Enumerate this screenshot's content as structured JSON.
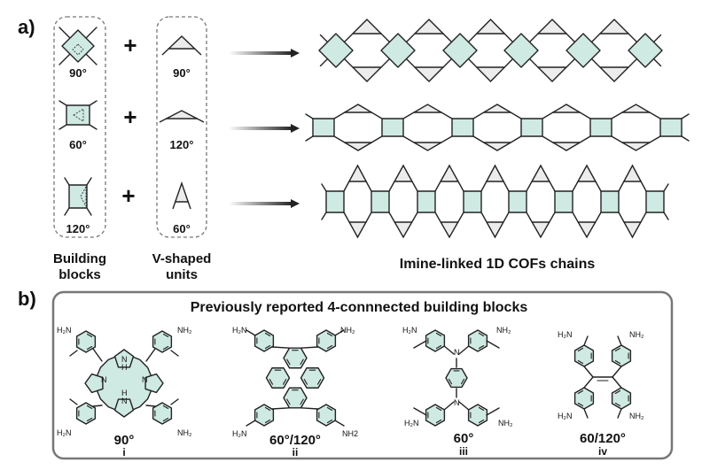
{
  "panel_a": {
    "label": "a)",
    "building_blocks": {
      "angles": [
        "90°",
        "60°",
        "120°"
      ],
      "caption_line1": "Building",
      "caption_line2": "blocks"
    },
    "plus_signs": [
      "+",
      "+",
      "+"
    ],
    "v_units": {
      "angles": [
        "90°",
        "120°",
        "60°"
      ],
      "caption_line1": "V-shaped",
      "caption_line2": "units"
    },
    "chains_caption": "Imine-linked 1D COFs chains"
  },
  "panel_b": {
    "label": "b)",
    "title": "Previously reported 4-connnected building blocks",
    "molecules": [
      {
        "angle": "90°",
        "numeral": "i",
        "amines": [
          "H₂N",
          "NH₂",
          "H₂N",
          "NH₂"
        ]
      },
      {
        "angle": "60°/120°",
        "numeral": "ii",
        "amines": [
          "H₂N",
          "NH₂",
          "H₂N",
          "NH2"
        ]
      },
      {
        "angle": "60°",
        "numeral": "iii",
        "amines": [
          "H₂N",
          "NH₂",
          "H₂N",
          "NH₂"
        ]
      },
      {
        "angle": "60/120°",
        "numeral": "iv",
        "amines": [
          "H₂N",
          "NH₂",
          "H₂N",
          "NH₂"
        ]
      }
    ],
    "core_labels": {
      "nh": "N",
      "h": "H"
    }
  },
  "colors": {
    "node_fill": "#cfe9e3",
    "linker_fill": "#ececec",
    "stroke": "#222222",
    "frame": "#777777"
  }
}
